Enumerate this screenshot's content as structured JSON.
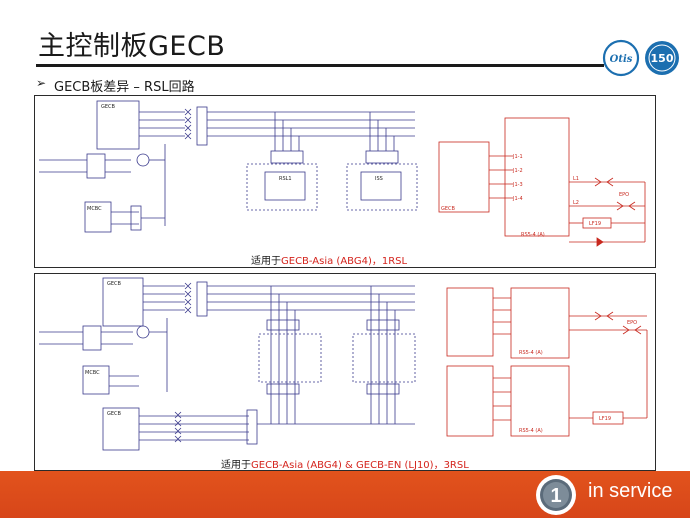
{
  "slide": {
    "title": "主控制板GECB",
    "subtitle": "GECB板差异 – RSL回路",
    "subtitle_bullet": "➢"
  },
  "logo": {
    "brand_text": "Otis",
    "anniversary": "150",
    "color": "#1c6fb0"
  },
  "panel1": {
    "caption_prefix": "适用于",
    "caption_highlight": "GECB-Asia (ABG4)，1RSL",
    "labels": {
      "gecb": "GECB",
      "rsl": "RSL1",
      "iss": "ISS",
      "mcb": "MCBC",
      "j1": "J1-1",
      "j2": "J1-2",
      "j3": "J1-3",
      "j4": "J1-4",
      "gecb_red": "GECB",
      "rs4": "RS5-4 (A)",
      "lf": "LF19",
      "ep": "EPO",
      "l1": "L1",
      "l2": "L2"
    }
  },
  "panel2": {
    "caption_prefix": "适用于",
    "caption_highlight": "GECB-Asia (ABG4) & GECB-EN (LJ10)，3RSL",
    "labels": {
      "gecb_top": "GECB",
      "gecb_bot": "GECB",
      "mcb": "MCBC",
      "rs_top": "RS5-4 (A)",
      "rs_bot": "RS5-4 (A)",
      "lf": "LF19",
      "ep": "EPO"
    }
  },
  "footer": {
    "step": "1",
    "label": "in service",
    "bar_color": "#dd4f1b"
  }
}
